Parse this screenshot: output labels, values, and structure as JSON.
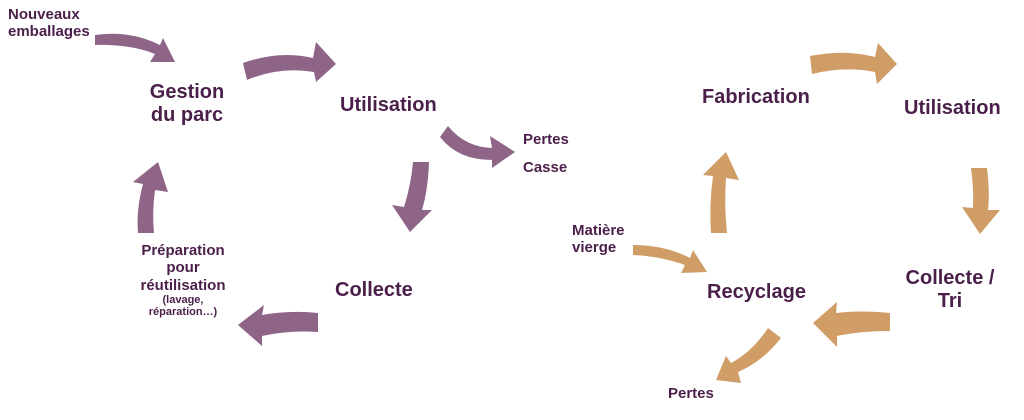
{
  "colors": {
    "text": "#4a1f4a",
    "reuse_arrow": "#8e6587",
    "recycle_arrow": "#cf9d65"
  },
  "reuse_cycle": {
    "new_packaging": [
      "Nouveaux",
      "emballages"
    ],
    "fleet_management": [
      "Gestion",
      "du parc"
    ],
    "use": "Utilisation",
    "losses": "Pertes",
    "breakage": "Casse",
    "collection": "Collecte",
    "preparation": [
      "Préparation",
      "pour",
      "réutilisation"
    ],
    "preparation_detail": [
      "(lavage,",
      "réparation…)"
    ]
  },
  "recycle_cycle": {
    "manufacturing": "Fabrication",
    "use": "Utilisation",
    "collection_sorting": [
      "Collecte /",
      "Tri"
    ],
    "recycling": "Recyclage",
    "virgin_material": [
      "Matière",
      "vierge"
    ],
    "losses": "Pertes"
  }
}
